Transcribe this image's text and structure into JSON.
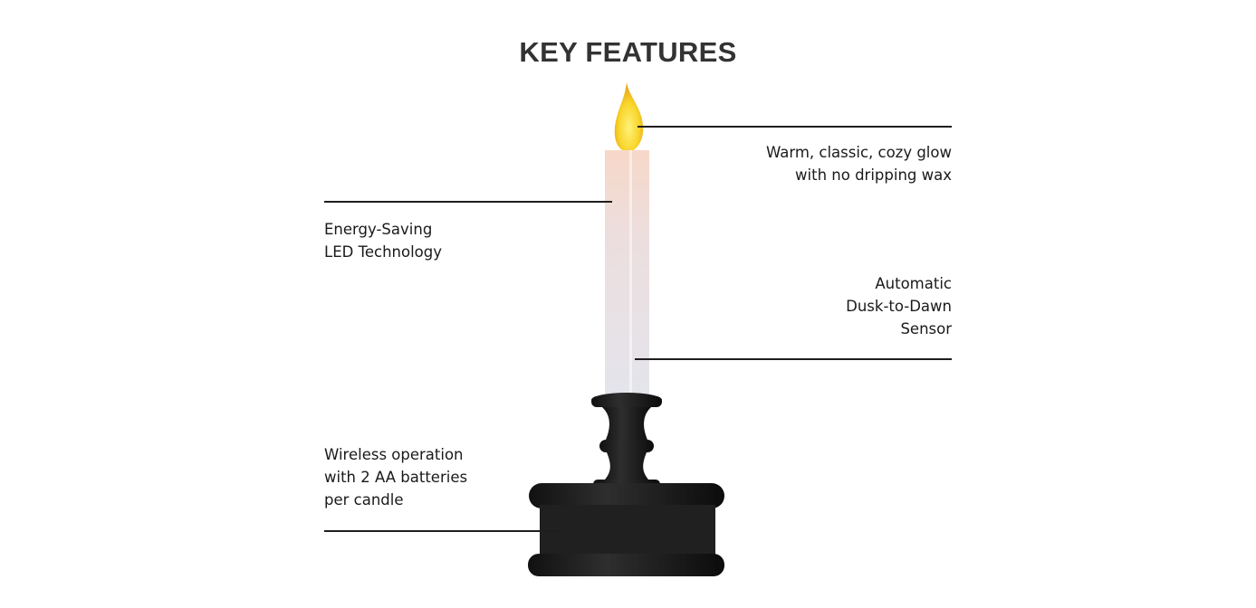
{
  "title": "KEY FEATURES",
  "features": [
    {
      "lines": [
        "Warm, classic, cozy glow",
        "with no dripping wax"
      ]
    },
    {
      "lines": [
        "Energy-Saving",
        "LED Technology"
      ]
    },
    {
      "lines": [
        "Automatic",
        "Dusk-to-Dawn",
        "Sensor"
      ]
    },
    {
      "lines": [
        "Wireless operation",
        "with 2 AA batteries",
        "per candle"
      ]
    }
  ]
}
